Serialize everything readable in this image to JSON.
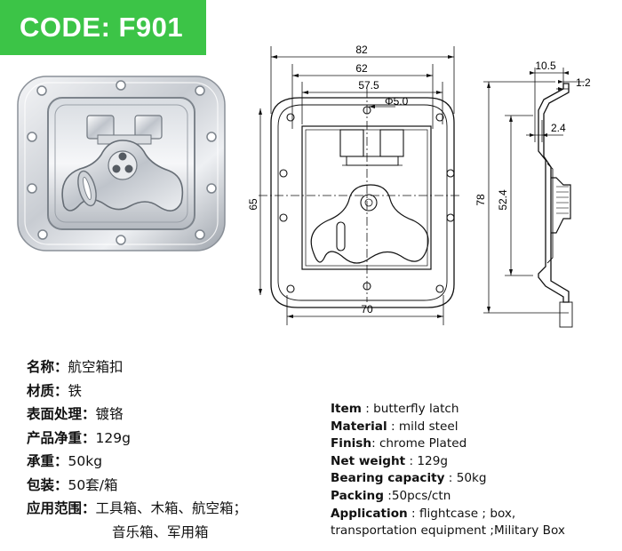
{
  "header": {
    "code": "CODE: F901"
  },
  "drawing": {
    "front": {
      "dim_82": "82",
      "dim_62": "62",
      "dim_57_5": "57.5",
      "dim_hole": "Φ5.0",
      "dim_65": "65",
      "dim_70": "70"
    },
    "side": {
      "dim_10_5": "10.5",
      "dim_1_2": "1.2",
      "dim_2_4": "2.4",
      "dim_52_4": "52.4",
      "dim_78": "78"
    }
  },
  "spec_cn": [
    {
      "label": "名称",
      "sep": "：",
      "value": "航空箱扣"
    },
    {
      "label": "材质",
      "sep": "：",
      "value": "铁"
    },
    {
      "label": "表面处理",
      "sep": "：",
      "value": "镀铬"
    },
    {
      "label": "产品净重",
      "sep": "：",
      "value": "129g"
    },
    {
      "label": "承重",
      "sep": "：",
      "value": "50kg"
    },
    {
      "label": "包装",
      "sep": "：",
      "value": "50套/箱"
    },
    {
      "label": "应用范围",
      "sep": "：",
      "value": "工具箱、木箱、航空箱；"
    }
  ],
  "spec_cn_cont": "音乐箱、军用箱",
  "spec_en": [
    {
      "label": "Item",
      "value": " : butterfly latch"
    },
    {
      "label": "Material",
      "value": " : mild steel"
    },
    {
      "label": "Finish",
      "value": ": chrome Plated"
    },
    {
      "label": "Net weight",
      "value": " : 129g"
    },
    {
      "label": "Bearing capacity",
      "value": " : 50kg"
    },
    {
      "label": "Packing",
      "value": " :50pcs/ctn"
    },
    {
      "label": "Application",
      "value": " : flightcase ; box,"
    }
  ],
  "spec_en_cont": "transportation equipment ;Military Box"
}
